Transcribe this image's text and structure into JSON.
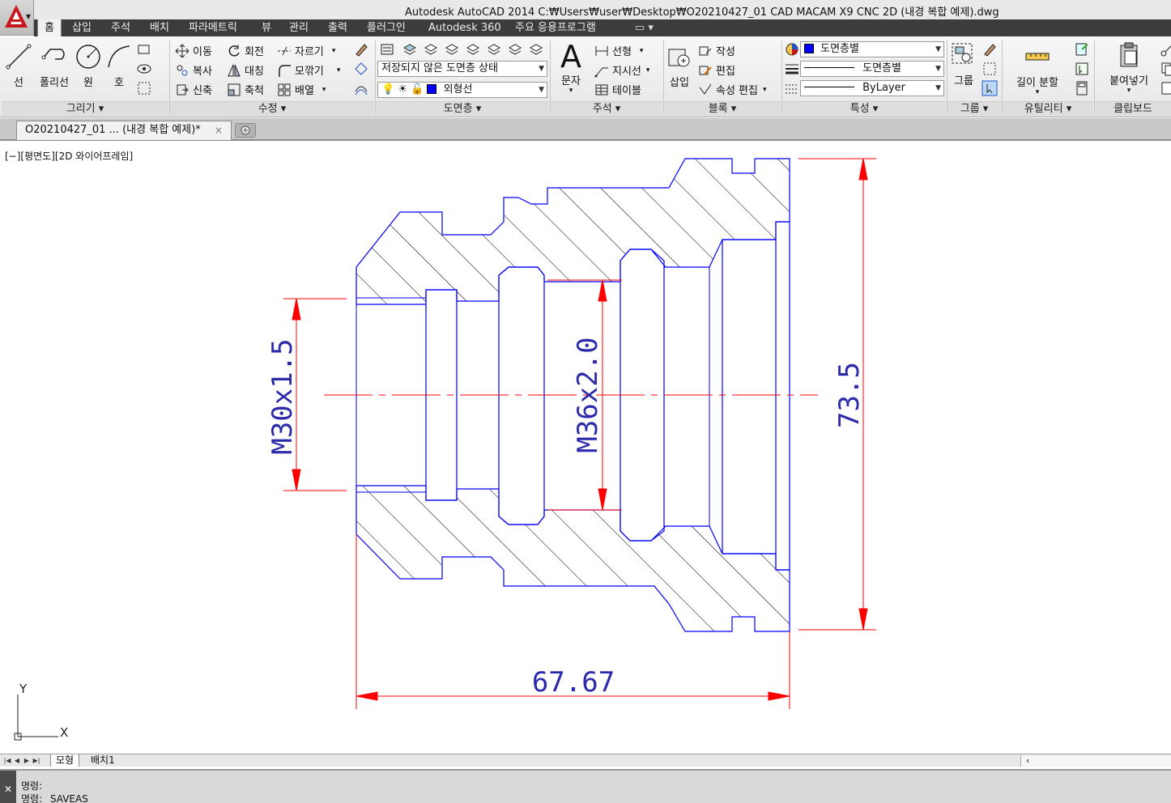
{
  "window": {
    "title": "Autodesk AutoCAD 2014      C:₩Users₩user₩Desktop₩O20210427_01 CAD MACAM X9 CNC 2D (내경 복합 예제).dwg"
  },
  "menu_tabs": [
    "홈",
    "삽입",
    "주석",
    "배치",
    "파라메트릭",
    "뷰",
    "관리",
    "출력",
    "플러그인",
    "Autodesk 360",
    "주요 응용프로그램"
  ],
  "ribbon": {
    "draw": {
      "title": "그리기 ▾",
      "line": "선",
      "polyline": "폴리선",
      "circle": "원",
      "arc": "호"
    },
    "modify": {
      "title": "수정 ▾",
      "move": "이동",
      "rotate": "회전",
      "trim": "자르기",
      "copy": "복사",
      "mirror": "대칭",
      "fillet": "모깎기",
      "stretch": "신축",
      "scale": "축척",
      "array": "배열"
    },
    "layers": {
      "title": "도면층 ▾",
      "state_combo": "저장되지 않은 도면층 상태",
      "layer_combo": "외형선"
    },
    "annotation": {
      "title": "주석 ▾",
      "text": "문자",
      "linear": "선형",
      "leader": "지시선",
      "table": "테이블"
    },
    "block": {
      "title": "블록 ▾",
      "insert": "삽입",
      "create": "작성",
      "edit": "편집",
      "attr_edit": "속성 편집"
    },
    "properties": {
      "title": "특성 ▾",
      "color_combo": "도면층별",
      "linetype_combo": "도면층별",
      "lineweight_combo": "ByLayer"
    },
    "groups": {
      "title": "그룹 ▾",
      "group": "그룹"
    },
    "utilities": {
      "title": "유틸리티 ▾",
      "measure": "길이 분할"
    },
    "clipboard": {
      "title": "클립보드",
      "paste": "붙여넣기"
    }
  },
  "document_tab": {
    "label": "O20210427_01 ... (내경 복합 예제)*",
    "close": "×"
  },
  "viewport": {
    "label": "[−][평면도][2D 와이어프레임]"
  },
  "drawing": {
    "dimensions": {
      "thread_left": "M30x1.5",
      "thread_mid": "M36x2.0",
      "outer_diameter": "73.5",
      "length": "67.67"
    },
    "ucs": {
      "x_label": "X",
      "y_label": "Y"
    }
  },
  "layout_tabs": [
    "모형",
    "배치1"
  ],
  "command_line": {
    "line1": "명령:",
    "line2": "명령:  _SAVEAS"
  },
  "colors": {
    "outline": "#0000ff",
    "dimension": "#ff0000",
    "hatch": "#000000",
    "background": "#ffffff"
  }
}
